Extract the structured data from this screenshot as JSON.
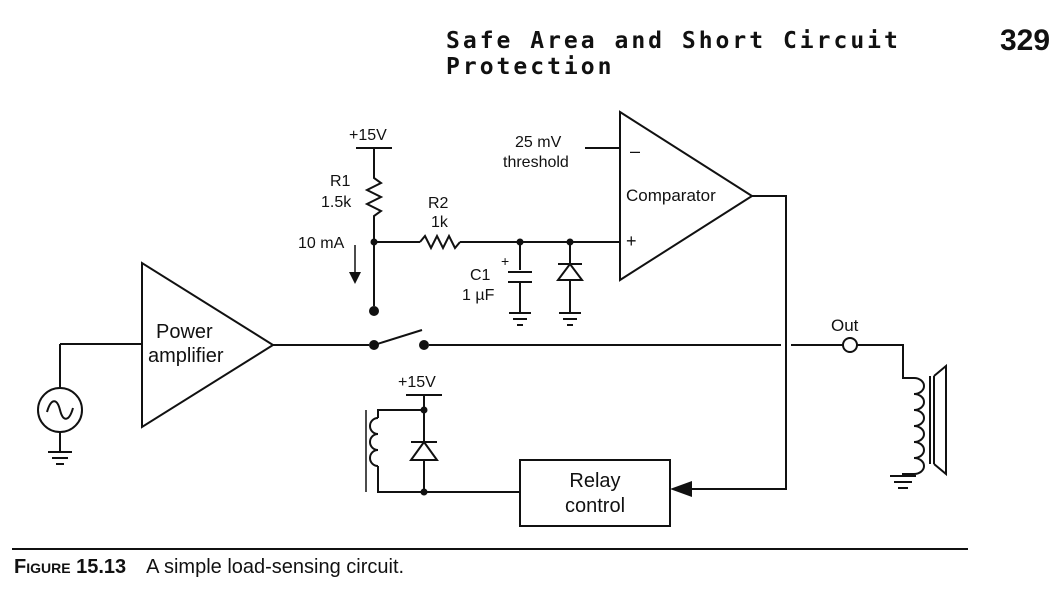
{
  "header": {
    "title": "Safe Area and Short Circuit Protection",
    "page_number": "329"
  },
  "labels": {
    "supply_top": "+15V",
    "r1_name": "R1",
    "r1_value": "1.5k",
    "current": "10 mA",
    "r2_name": "R2",
    "r2_value": "1k",
    "c1_name": "C1",
    "c1_value": "1 µF",
    "cap_plus": "+",
    "threshold_value": "25 mV",
    "threshold_word": "threshold",
    "comp_minus": "–",
    "comp_plus": "+",
    "comparator": "Comparator",
    "amp_line1": "Power",
    "amp_line2": "amplifier",
    "supply_relay": "+15V",
    "out": "Out",
    "relay_line1": "Relay",
    "relay_line2": "control"
  },
  "caption": {
    "label": "Figure 15.13",
    "text": "A simple load-sensing circuit."
  }
}
